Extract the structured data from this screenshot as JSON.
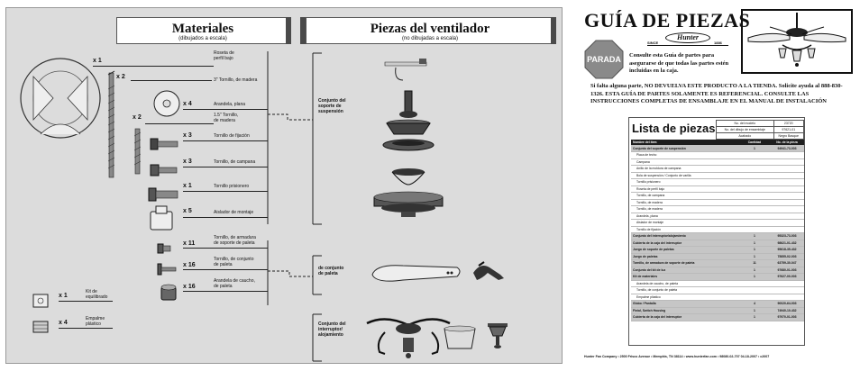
{
  "materials": {
    "title": "Materiales",
    "subtitle": "(dibujados a escala)",
    "items": [
      {
        "qty": "x 1",
        "label": "Roseta de\nperfil bajo"
      },
      {
        "qty": "x 2",
        "label": "3\" Tornillo, de madera"
      },
      {
        "qty": "x 4",
        "label": "Arandela, plana"
      },
      {
        "qty": "x 2",
        "label": "1.5\" Tornillo,\nde madera"
      },
      {
        "qty": "x 3",
        "label": "Tornillo de fijación"
      },
      {
        "qty": "x 3",
        "label": "Tornillo, de campana"
      },
      {
        "qty": "x 1",
        "label": "Tornillo prisionero"
      },
      {
        "qty": "x 5",
        "label": "Aislador de montaje"
      },
      {
        "qty": "x 11",
        "label": "Tornillo, de armadura\nde soporte de paleta"
      },
      {
        "qty": "x 16",
        "label": "Tornillo, de conjunto\nde paleta"
      },
      {
        "qty": "x 16",
        "label": "Arandela de caucho,\nde paleta"
      },
      {
        "qty": "x 1",
        "label": "Kit de\nequilibrado"
      },
      {
        "qty": "x 4",
        "label": "Empalme\nplástico"
      }
    ]
  },
  "fan_parts": {
    "title": "Piezas del ventilador",
    "subtitle": "(no dibujadas a escala)",
    "groups": [
      "Conjunto del\nsoporte de\nsuspensión",
      "de conjunto\nde paleta",
      "Conjunto del\ninterruptor/\nalojamiento"
    ]
  },
  "guide": {
    "title": "GUÍA DE PIEZAS",
    "brand": "Hunter",
    "since": "SINCE",
    "year": "1886",
    "stop": "PARADA",
    "consult": "Consulte esta Guía de partes para asegurarse de que todas las partes estén incluidas en la caja.",
    "warning": "Si falta alguna parte, NO DEVUELVA ESTE PRODUCTO A LA TIENDA. Solicite ayuda al 888-830-1326. ESTA GUÍA DE PARTES SOLAMENTE ES REFERENCIAL. CONSULTE LAS INSTRUCCIONES COMPLETAS DE ENSAMBLAJE EN EL MANUAL DE INSTALACIÓN"
  },
  "parts_list": {
    "title": "Lista de piezas",
    "meta": [
      [
        "No. del modelo",
        "23720"
      ],
      [
        "No. del dibujo de ensamblaje",
        "97621-01"
      ],
      [
        "Acabado",
        "Negro Basque"
      ]
    ],
    "headers": [
      "Nombre del ítem",
      "Cantidad",
      "No. de la pieza"
    ],
    "rows": [
      {
        "t": "g",
        "cells": [
          "Conjunto del soporte de suspensión",
          "1",
          "94941-73-003"
        ]
      },
      {
        "t": "s",
        "cells": [
          "Placa de techo",
          "",
          ""
        ]
      },
      {
        "t": "s",
        "cells": [
          "Campana",
          "",
          ""
        ]
      },
      {
        "t": "s",
        "cells": [
          "Anillo de la moldura de campana",
          "",
          ""
        ]
      },
      {
        "t": "s",
        "cells": [
          "Bola de suspensión / Conjunto de varilla",
          "",
          ""
        ]
      },
      {
        "t": "s",
        "cells": [
          "Tornillo prisionero",
          "",
          ""
        ]
      },
      {
        "t": "s",
        "cells": [
          "Roseta de perfil bajo",
          "",
          ""
        ]
      },
      {
        "t": "s",
        "cells": [
          "Tornillo, de campana",
          "",
          ""
        ]
      },
      {
        "t": "s",
        "cells": [
          "Tornillo, de madera",
          "",
          ""
        ]
      },
      {
        "t": "s",
        "cells": [
          "Tornillo, de madera",
          "",
          ""
        ]
      },
      {
        "t": "s",
        "cells": [
          "Arandela, plana",
          "",
          ""
        ]
      },
      {
        "t": "s",
        "cells": [
          "Aislador de montaje",
          "",
          ""
        ]
      },
      {
        "t": "s",
        "cells": [
          "Tornillo de fijación",
          "",
          ""
        ]
      },
      {
        "t": "g",
        "cells": [
          "Conjunto del interruptor/alojamiento",
          "1",
          "95323-73-003"
        ]
      },
      {
        "t": "g",
        "cells": [
          "Cubierta de la caja del interruptor",
          "1",
          "98621-01-432"
        ]
      },
      {
        "t": "g",
        "cells": [
          "Juego de soporte de paletas",
          "1",
          "95618-35-432"
        ]
      },
      {
        "t": "g",
        "cells": [
          "Juego de paletas",
          "1",
          "75855-02-003"
        ]
      },
      {
        "t": "g",
        "cells": [
          "Tornillo, de armadura de soporte de paleta",
          "11",
          "63759-30-047"
        ]
      },
      {
        "t": "g",
        "cells": [
          "Conjunto del kit de luz",
          "1",
          "97680-01-003"
        ]
      },
      {
        "t": "g",
        "cells": [
          "Kit de materiales",
          "1",
          "97627-00-003"
        ]
      },
      {
        "t": "s",
        "cells": [
          "Arandela de caucho, de paleta",
          "",
          ""
        ]
      },
      {
        "t": "s",
        "cells": [
          "Tornillo, de conjunto de paleta",
          "",
          ""
        ]
      },
      {
        "t": "s",
        "cells": [
          "Empalme plástico",
          "",
          ""
        ]
      },
      {
        "t": "g",
        "cells": [
          "Globo / Pantalla",
          "4",
          "90020-64-003"
        ]
      },
      {
        "t": "g",
        "cells": [
          "Finial, Switch Housing",
          "1",
          "74940-10-432"
        ]
      },
      {
        "t": "g",
        "cells": [
          "Cubierta de la caja del interruptor",
          "1",
          "97970-01-003"
        ]
      }
    ]
  },
  "footer": "Hunter Fan Company  •  2500 Frisco Avenue  •  Memphis, TN 38114  •  www.hunterfan.com  •  98080-02-707  04-18-2007  •  c2007"
}
